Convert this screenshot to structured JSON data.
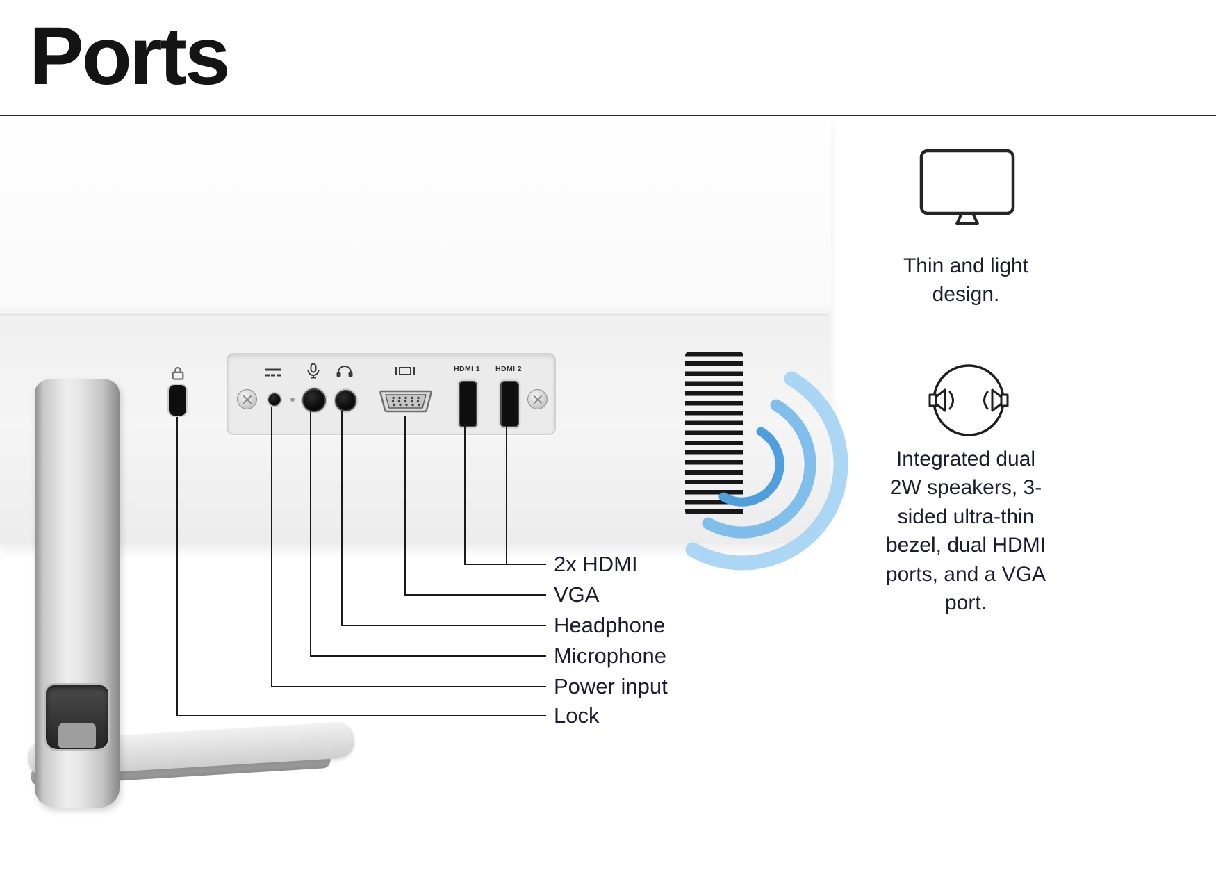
{
  "title": "Ports",
  "panel": {
    "hdmi1": "HDMI 1",
    "hdmi2": "HDMI 2"
  },
  "callouts": {
    "hdmi": "2x HDMI",
    "vga": "VGA",
    "headphone": "Headphone",
    "microphone": "Microphone",
    "power": "Power input",
    "lock": "Lock"
  },
  "features": {
    "thin": "Thin and light design.",
    "speakers": "Integrated dual 2W speakers, 3-sided ultra-thin bezel, dual HDMI ports, and a VGA port."
  },
  "icons": {
    "power_port": "dc-power-icon",
    "microphone_port": "microphone-icon",
    "headphone_port": "headphone-icon",
    "vga_port": "vga-icon",
    "lock_slot": "lock-icon",
    "feature_1": "monitor-outline-icon",
    "feature_2": "dual-speakers-icon"
  },
  "colors": {
    "text": "#1c1c30",
    "arc_inner": "#4f9ede",
    "arc_mid": "#79bbea",
    "arc_outer": "#a3d3f3"
  }
}
